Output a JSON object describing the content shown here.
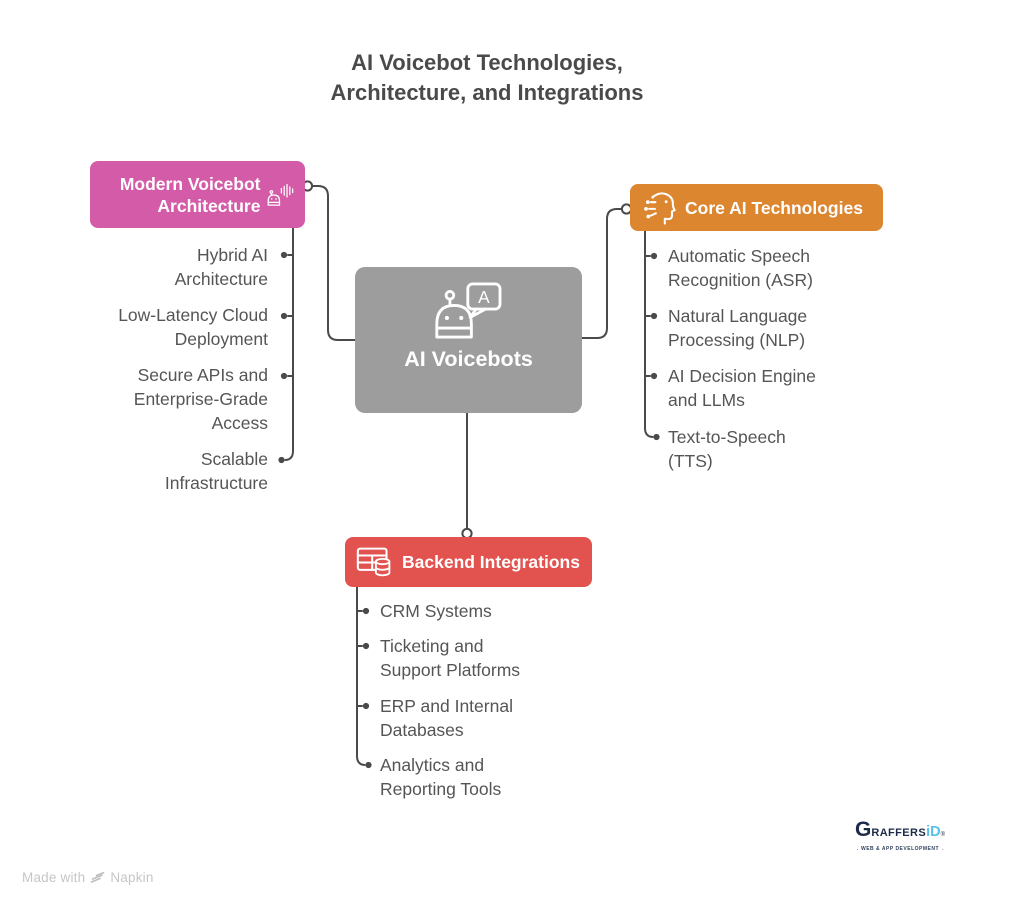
{
  "title": {
    "line1": "AI Voicebot Technologies,",
    "line2": "Architecture, and Integrations"
  },
  "center_node": {
    "label": "AI Voicebots",
    "icon": "robot-chat-icon",
    "color": "#9d9d9d"
  },
  "branches": [
    {
      "label": "Modern Voicebot Architecture",
      "icon": "voicebot-soundwave-icon",
      "color": "#d45ba8",
      "items": [
        "Hybrid AI Architecture",
        "Low-Latency Cloud Deployment",
        "Secure APIs and Enterprise-Grade Access",
        "Scalable Infrastructure"
      ]
    },
    {
      "label": "Core AI Technologies",
      "icon": "ai-head-circuit-icon",
      "color": "#dd8630",
      "items": [
        "Automatic Speech Recognition (ASR)",
        "Natural Language Processing (NLP)",
        "AI Decision Engine and LLMs",
        "Text-to-Speech (TTS)"
      ]
    },
    {
      "label": "Backend Integrations",
      "icon": "table-database-icon",
      "color": "#e25350",
      "items": [
        "CRM Systems",
        "Ticketing and Support Platforms",
        "ERP and Internal Databases",
        "Analytics and Reporting Tools"
      ]
    }
  ],
  "footer": {
    "made_with": "Made with",
    "brand": "Napkin",
    "icon": "napkin-icon"
  },
  "logo": {
    "part1": "G",
    "part2": "RAFFERS",
    "part3": "iD",
    "reg": "®",
    "tagline": "WEB & APP DEVELOPMENT"
  },
  "colors": {
    "connector": "#4a4a4a",
    "item_text": "#555557",
    "title_text": "#4a4a4a",
    "node_text": "#ffffff"
  }
}
